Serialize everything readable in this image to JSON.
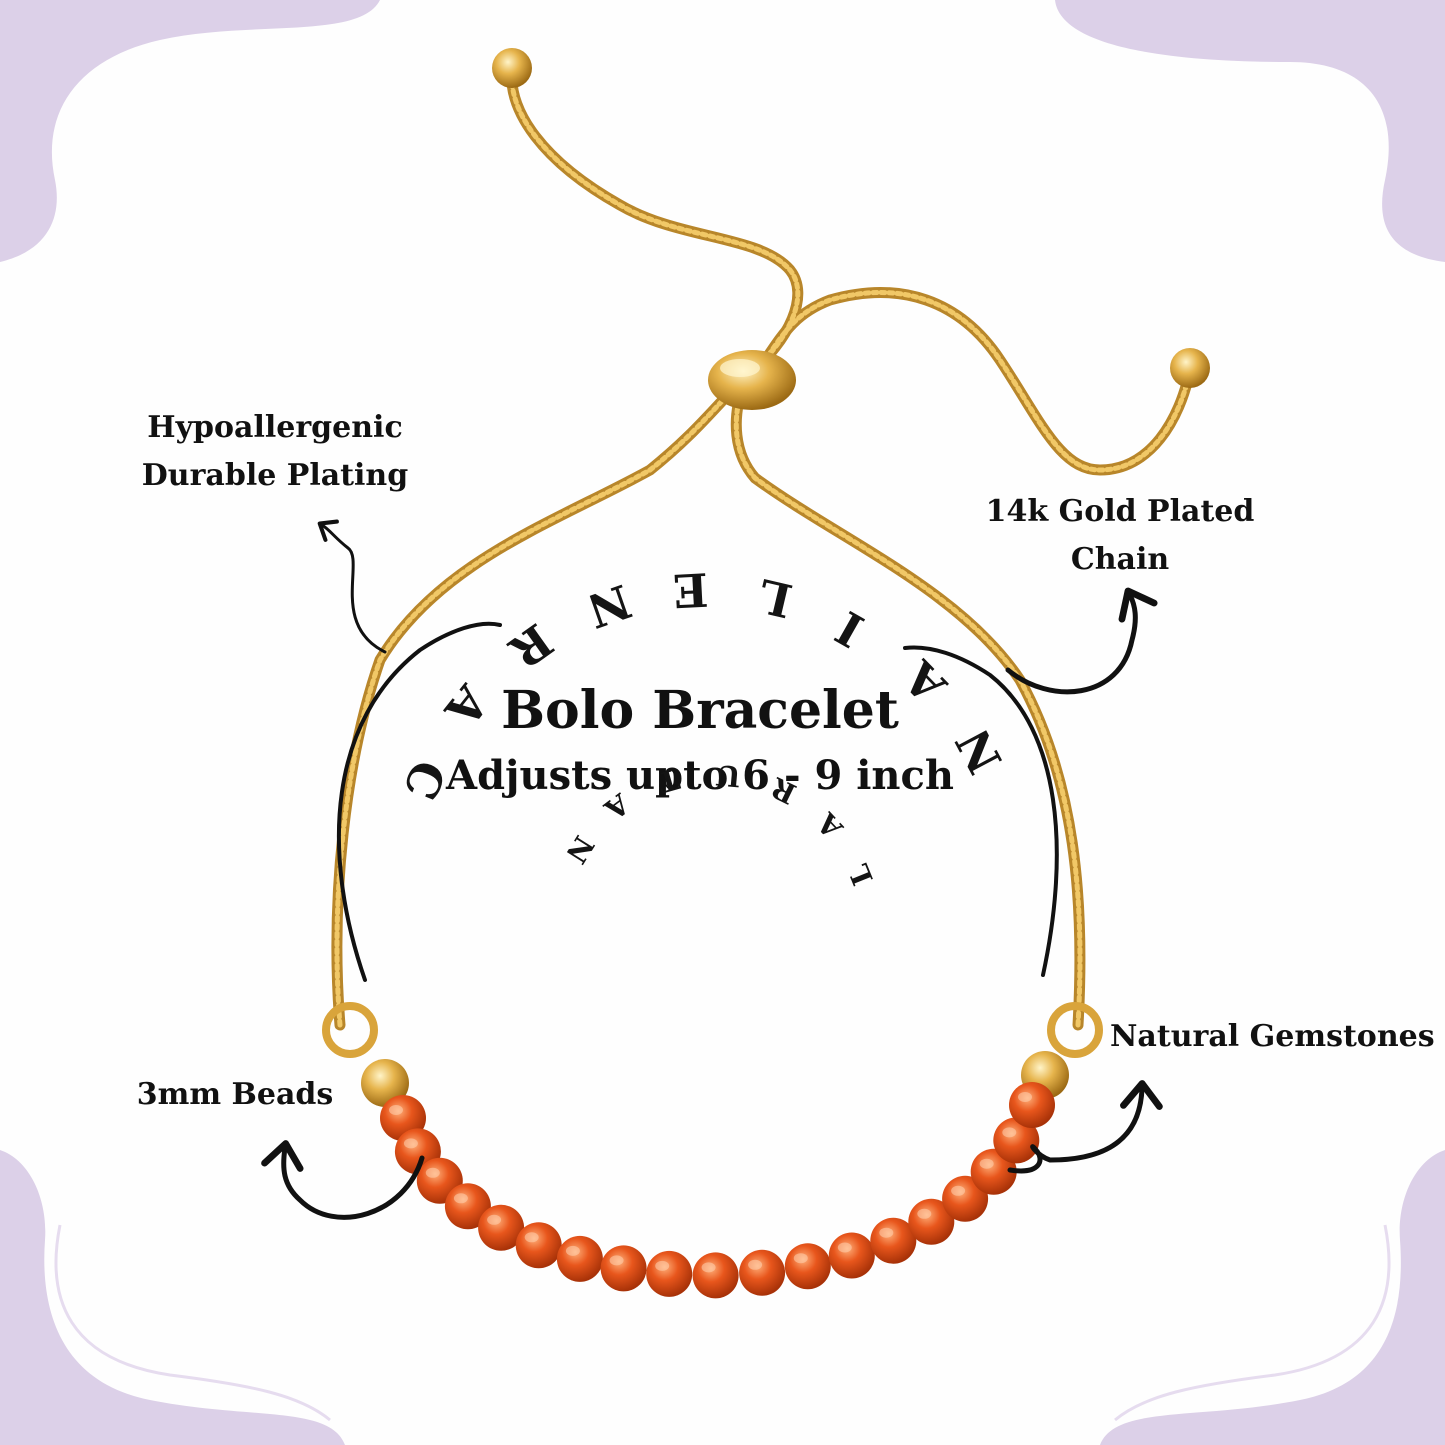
{
  "image": {
    "background_color": "#fefefe",
    "corner_accent_color": "#dcd0e8",
    "chain_color": "#d6a53c",
    "bead_color": "#e2571f"
  },
  "title": "Bolo Bracelet",
  "subtitle": "Adjusts upto 6 - 9 inch",
  "features": {
    "plating": [
      "Hypoallergenic",
      "Durable Plating"
    ],
    "chain": [
      "14k Gold Plated",
      "Chain"
    ],
    "beads": "3mm Beads",
    "gemstones": "Natural Gemstones"
  },
  "arc_text": {
    "top_word": "NATURAL",
    "bottom_word": "CARNELIAN"
  }
}
